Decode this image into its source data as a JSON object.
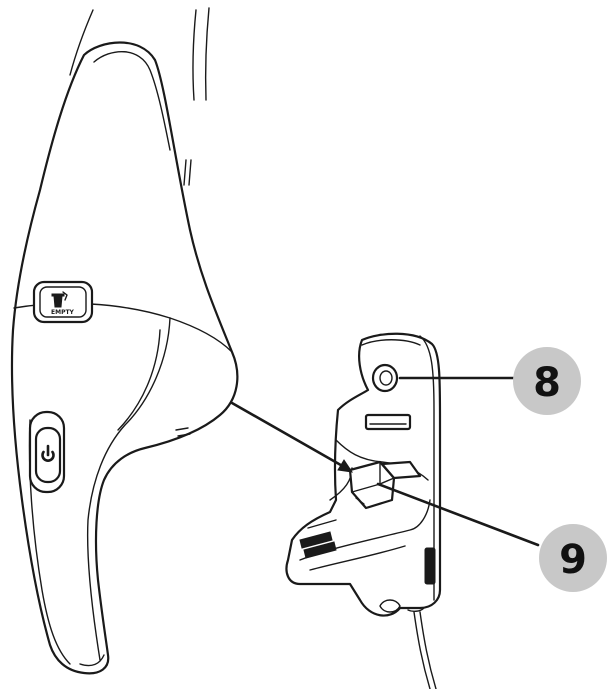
{
  "vacuum": {
    "empty_button_label": "EMPTY"
  },
  "callouts": [
    {
      "number": "8"
    },
    {
      "number": "9"
    }
  ],
  "icons": {
    "empty_button": "bin-empty-icon",
    "power_button": "power-icon"
  },
  "colors": {
    "line": "#1a1a1a",
    "callout_fill": "#c8c8c8",
    "background": "#ffffff"
  }
}
